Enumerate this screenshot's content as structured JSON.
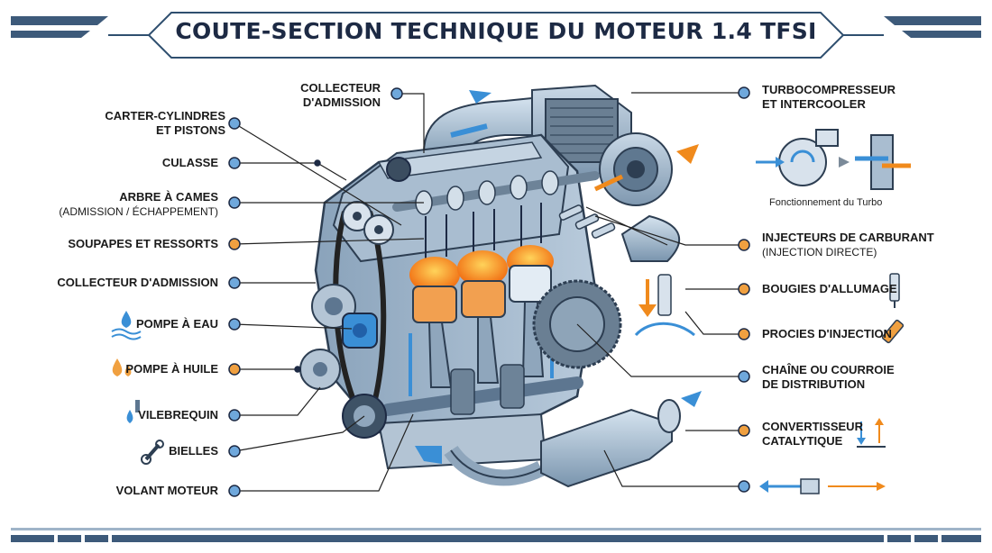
{
  "title": "COUTE-SECTION TECHNIQUE DU MOTEUR 1.4 TFSI",
  "labels": {
    "collecteur_top_1": "COLLECTEUR",
    "collecteur_top_2": "D'ADMISSION",
    "carter_1": "CARTER-CYLINDRES",
    "carter_2": "ET PISTONS",
    "culasse": "CULASSE",
    "arbre_1": "ARBRE À CAMES",
    "arbre_2": "(ADMISSION / ÉCHAPPEMENT)",
    "soupapes": "SOUPAPES ET RESSORTS",
    "collecteur_left": "COLLECTEUR D'ADMISSION",
    "pompe_eau": "POMPE À EAU",
    "pompe_huile": "POMPE À HUILE",
    "vilebrequin": "VILEBREQUIN",
    "bielles": "BIELLES",
    "volant": "VOLANT MOTEUR",
    "turbo_1": "TURBOCOMPRESSEUR",
    "turbo_2": "ET INTERCOOLER",
    "turbo_caption": "Fonctionnement du Turbo",
    "injecteurs_1": "INJECTEURS DE CARBURANT",
    "injecteurs_2": "(INJECTION DIRECTE)",
    "bougies": "BOUGIES D'ALLUMAGE",
    "procies": "PROCIES D'INJECTION",
    "chaine_1": "CHAÎNE OU COURROIE",
    "chaine_2": "DE DISTRIBUTION",
    "conv_1": "CONVERTISSEUR",
    "conv_2": "CATALYTIQUE"
  },
  "colors": {
    "navy": "#1d2a44",
    "steel": "#2f4f6f",
    "metal": "#9fb4c8",
    "metal_dark": "#5d7690",
    "orange": "#f08a1c",
    "blue": "#3a8fd6",
    "marker_blue": "#6fa8dc",
    "marker_orange": "#f0a040"
  }
}
